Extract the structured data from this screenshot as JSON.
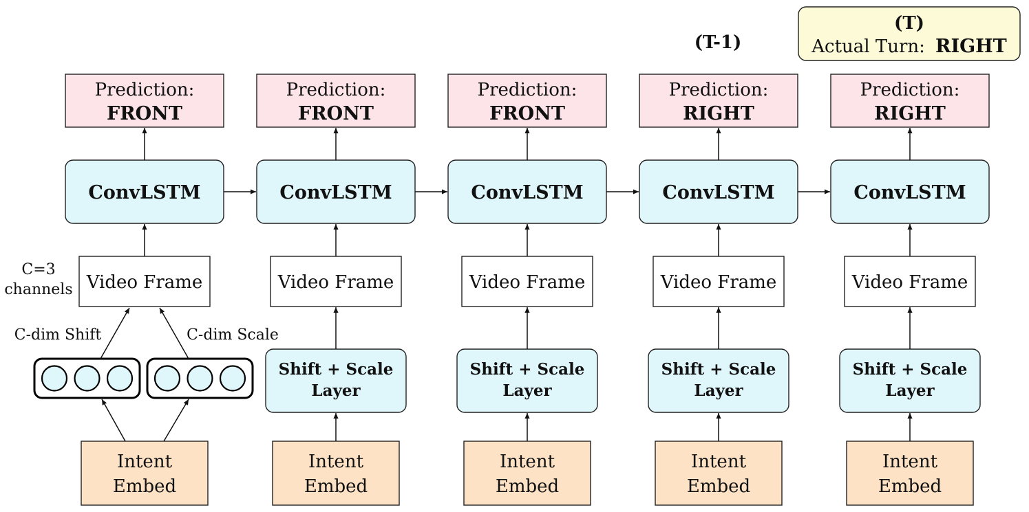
{
  "colors": {
    "prediction_fill": "#fde4e8",
    "lstm_fill": "#dff6fb",
    "layer_fill": "#dff6fb",
    "intent_fill": "#fde2c6",
    "frame_fill": "#ffffff",
    "actual_fill": "#fdfad8"
  },
  "labels": {
    "t_minus_1": "(T-1)",
    "t": "(T)",
    "actual_turn_prefix": "Actual Turn:",
    "actual_turn_value": "RIGHT",
    "channels_line1": "C=3",
    "channels_line2": "channels",
    "shift_label": "C-dim Shift",
    "scale_label": "C-dim Scale"
  },
  "columns": [
    {
      "prediction_prefix": "Prediction:",
      "prediction_value": "FRONT",
      "lstm": "ConvLSTM",
      "frame": "Video Frame",
      "layer_line1": "",
      "layer_line2": "",
      "intent_line1": "Intent",
      "intent_line2": "Embed"
    },
    {
      "prediction_prefix": "Prediction:",
      "prediction_value": "FRONT",
      "lstm": "ConvLSTM",
      "frame": "Video Frame",
      "layer_line1": "Shift + Scale",
      "layer_line2": "Layer",
      "intent_line1": "Intent",
      "intent_line2": "Embed"
    },
    {
      "prediction_prefix": "Prediction:",
      "prediction_value": "FRONT",
      "lstm": "ConvLSTM",
      "frame": "Video Frame",
      "layer_line1": "Shift + Scale",
      "layer_line2": "Layer",
      "intent_line1": "Intent",
      "intent_line2": "Embed"
    },
    {
      "prediction_prefix": "Prediction:",
      "prediction_value": "RIGHT",
      "lstm": "ConvLSTM",
      "frame": "Video Frame",
      "layer_line1": "Shift + Scale",
      "layer_line2": "Layer",
      "intent_line1": "Intent",
      "intent_line2": "Embed"
    },
    {
      "prediction_prefix": "Prediction:",
      "prediction_value": "RIGHT",
      "lstm": "ConvLSTM",
      "frame": "Video Frame",
      "layer_line1": "Shift + Scale",
      "layer_line2": "Layer",
      "intent_line1": "Intent",
      "intent_line2": "Embed"
    }
  ]
}
